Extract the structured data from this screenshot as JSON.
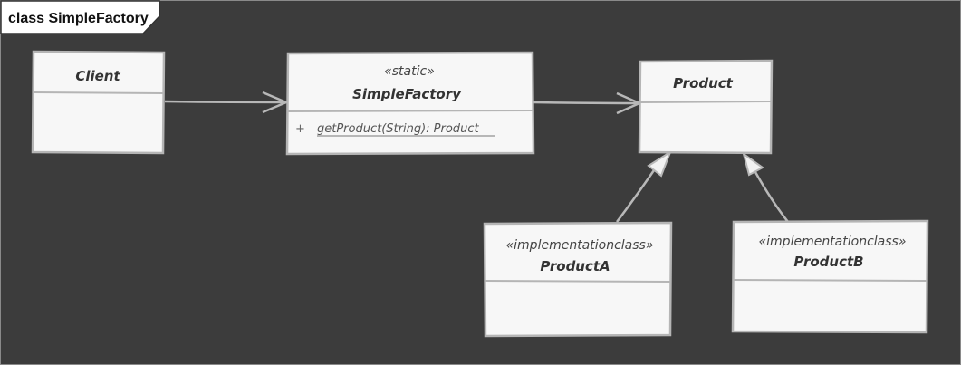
{
  "frame": {
    "title": "class SimpleFactory"
  },
  "classes": {
    "client": {
      "name": "Client"
    },
    "simple_factory": {
      "stereotype": "«static»",
      "name": "SimpleFactory",
      "operation_visibility": "+",
      "operation": "getProduct(String): Product"
    },
    "product": {
      "name": "Product"
    },
    "product_a": {
      "stereotype": "«implementationclass»",
      "name": "ProductA"
    },
    "product_b": {
      "stereotype": "«implementationclass»",
      "name": "ProductB"
    }
  },
  "relations": [
    {
      "from": "Client",
      "to": "SimpleFactory",
      "kind": "association"
    },
    {
      "from": "SimpleFactory",
      "to": "Product",
      "kind": "association"
    },
    {
      "from": "ProductA",
      "to": "Product",
      "kind": "generalization"
    },
    {
      "from": "ProductB",
      "to": "Product",
      "kind": "generalization"
    }
  ],
  "colors": {
    "background": "#3c3c3c",
    "box_fill": "#f7f7f7",
    "box_stroke": "#b5b5b5",
    "arrow": "#b8b8b8"
  }
}
